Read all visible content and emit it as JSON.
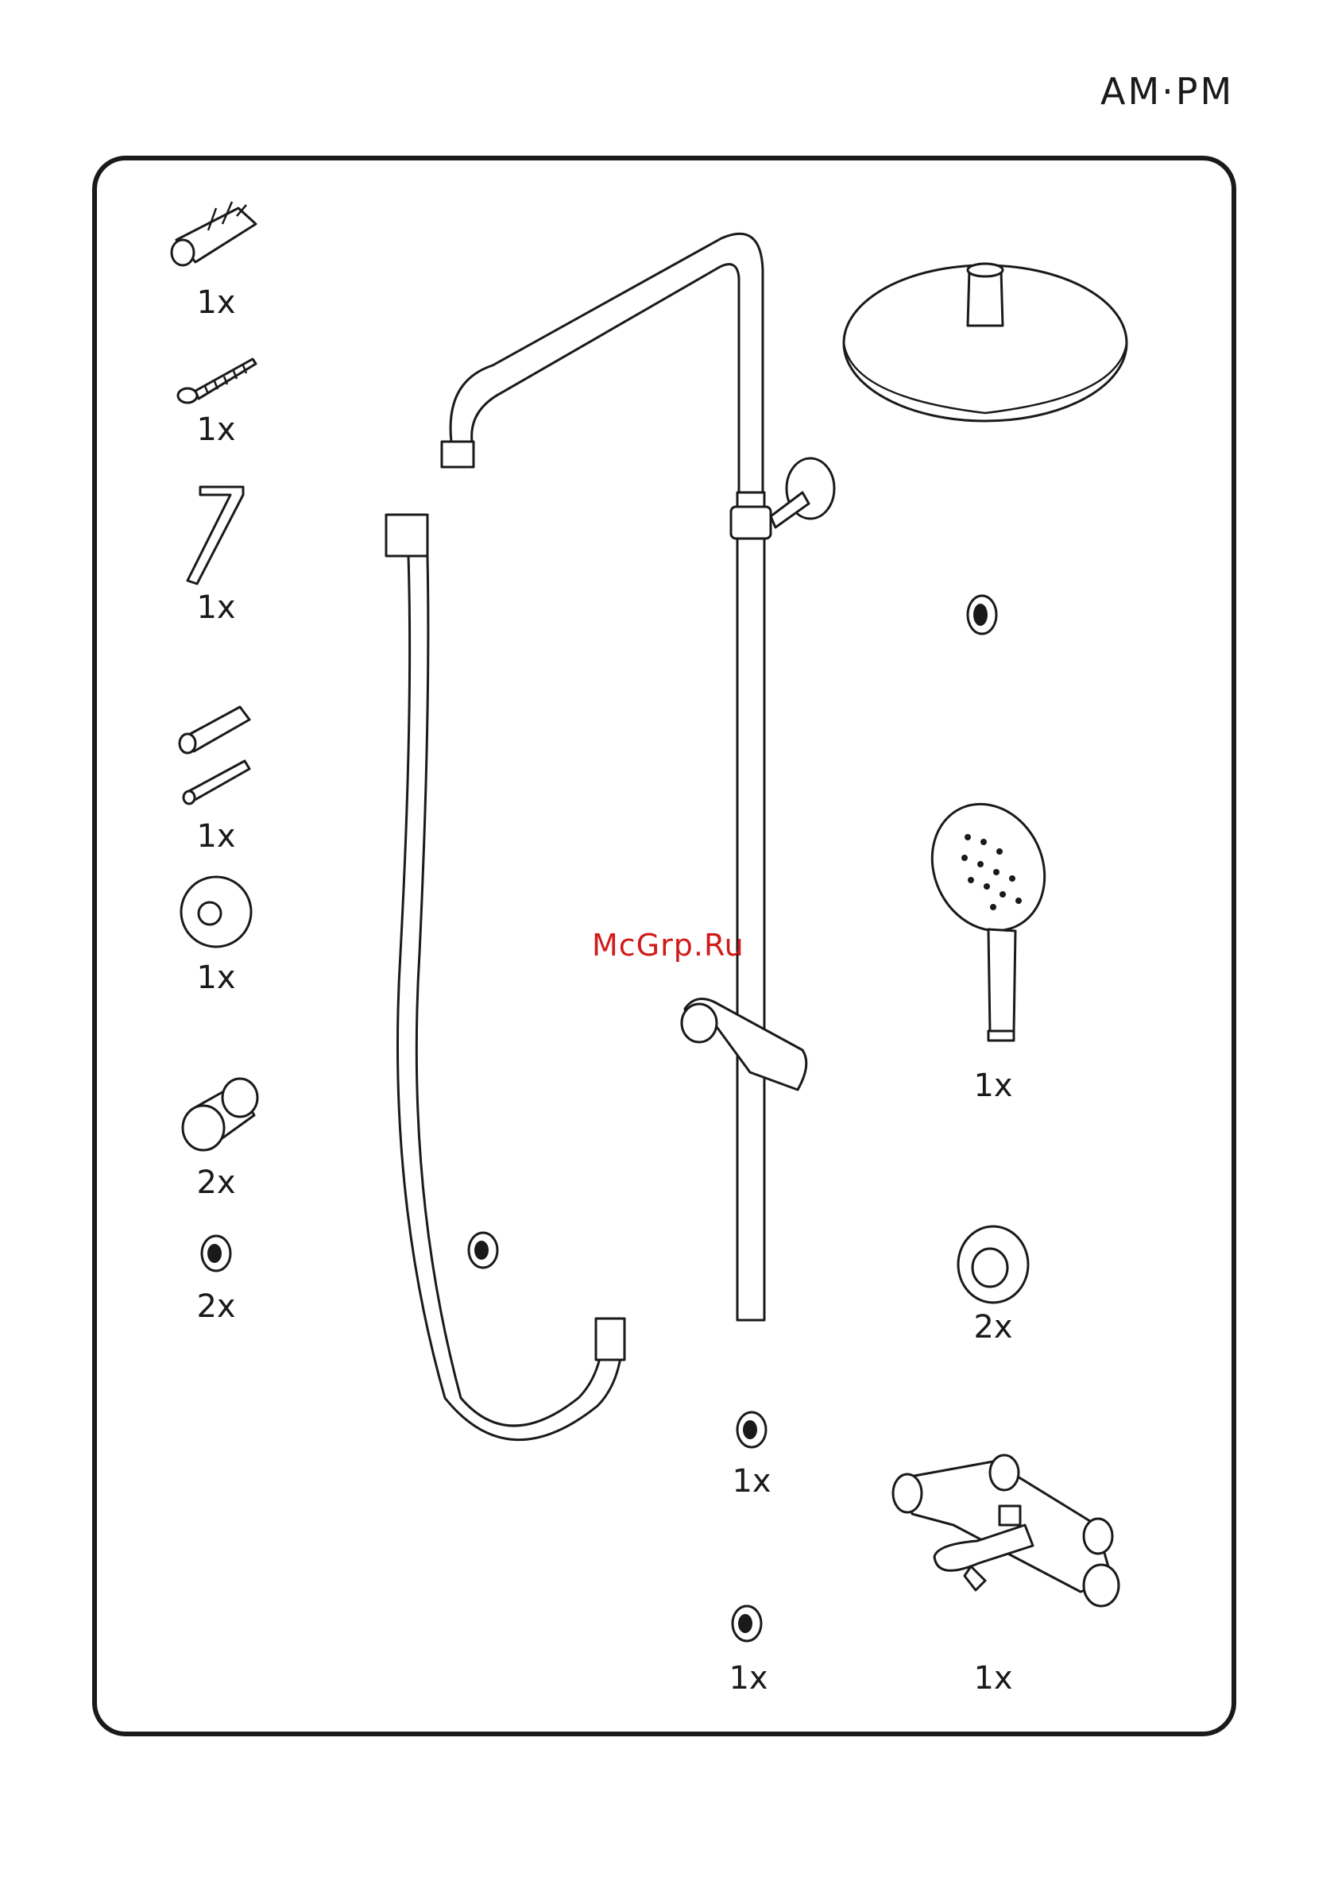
{
  "brand": "AM·PM",
  "watermark": "McGrp.Ru",
  "quantities": {
    "wall_plug": "1x",
    "screw": "1x",
    "hex_key": "1x",
    "adapter_pins": "1x",
    "wall_flange": "1x",
    "eccentric_connectors": "2x",
    "filter_washers": "2x",
    "hand_shower": "1x",
    "flange_rings": "2x",
    "gasket_mid": "1x",
    "gasket_bottom": "1x",
    "thermostatic_mixer": "1x"
  },
  "colors": {
    "line": "#1a1a1a",
    "watermark": "#d11a1a",
    "background": "#ffffff"
  },
  "icons": [
    "wall-plug-icon",
    "screw-icon",
    "hex-key-icon",
    "adapter-pin-icon",
    "wall-flange-icon",
    "eccentric-connector-icon",
    "filter-washer-icon",
    "shower-rail-icon",
    "shower-hose-icon",
    "overhead-shower-icon",
    "hand-shower-icon",
    "gasket-icon",
    "flange-ring-icon",
    "mixer-icon"
  ]
}
